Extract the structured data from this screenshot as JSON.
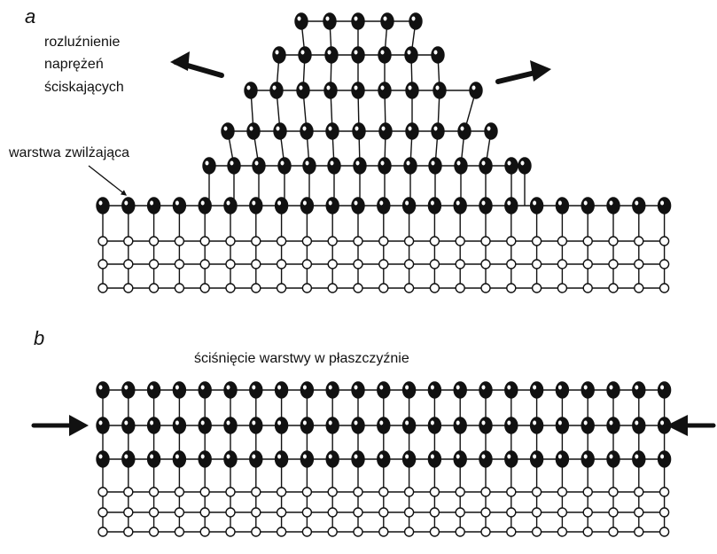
{
  "panel_a": {
    "letter": "a",
    "stress_relief_label": [
      "rozluźnienie",
      "naprężeń",
      "ściskających"
    ],
    "wetting_layer_label": "warstwa zwilżająca"
  },
  "panel_b": {
    "letter": "b",
    "compression_label": "ściśnięcie warstwy w płaszczyźnie"
  },
  "colors": {
    "ink": "#111111",
    "background": "#ffffff",
    "substrate_atom": "#ffffff",
    "layer_atom": "#111111"
  }
}
